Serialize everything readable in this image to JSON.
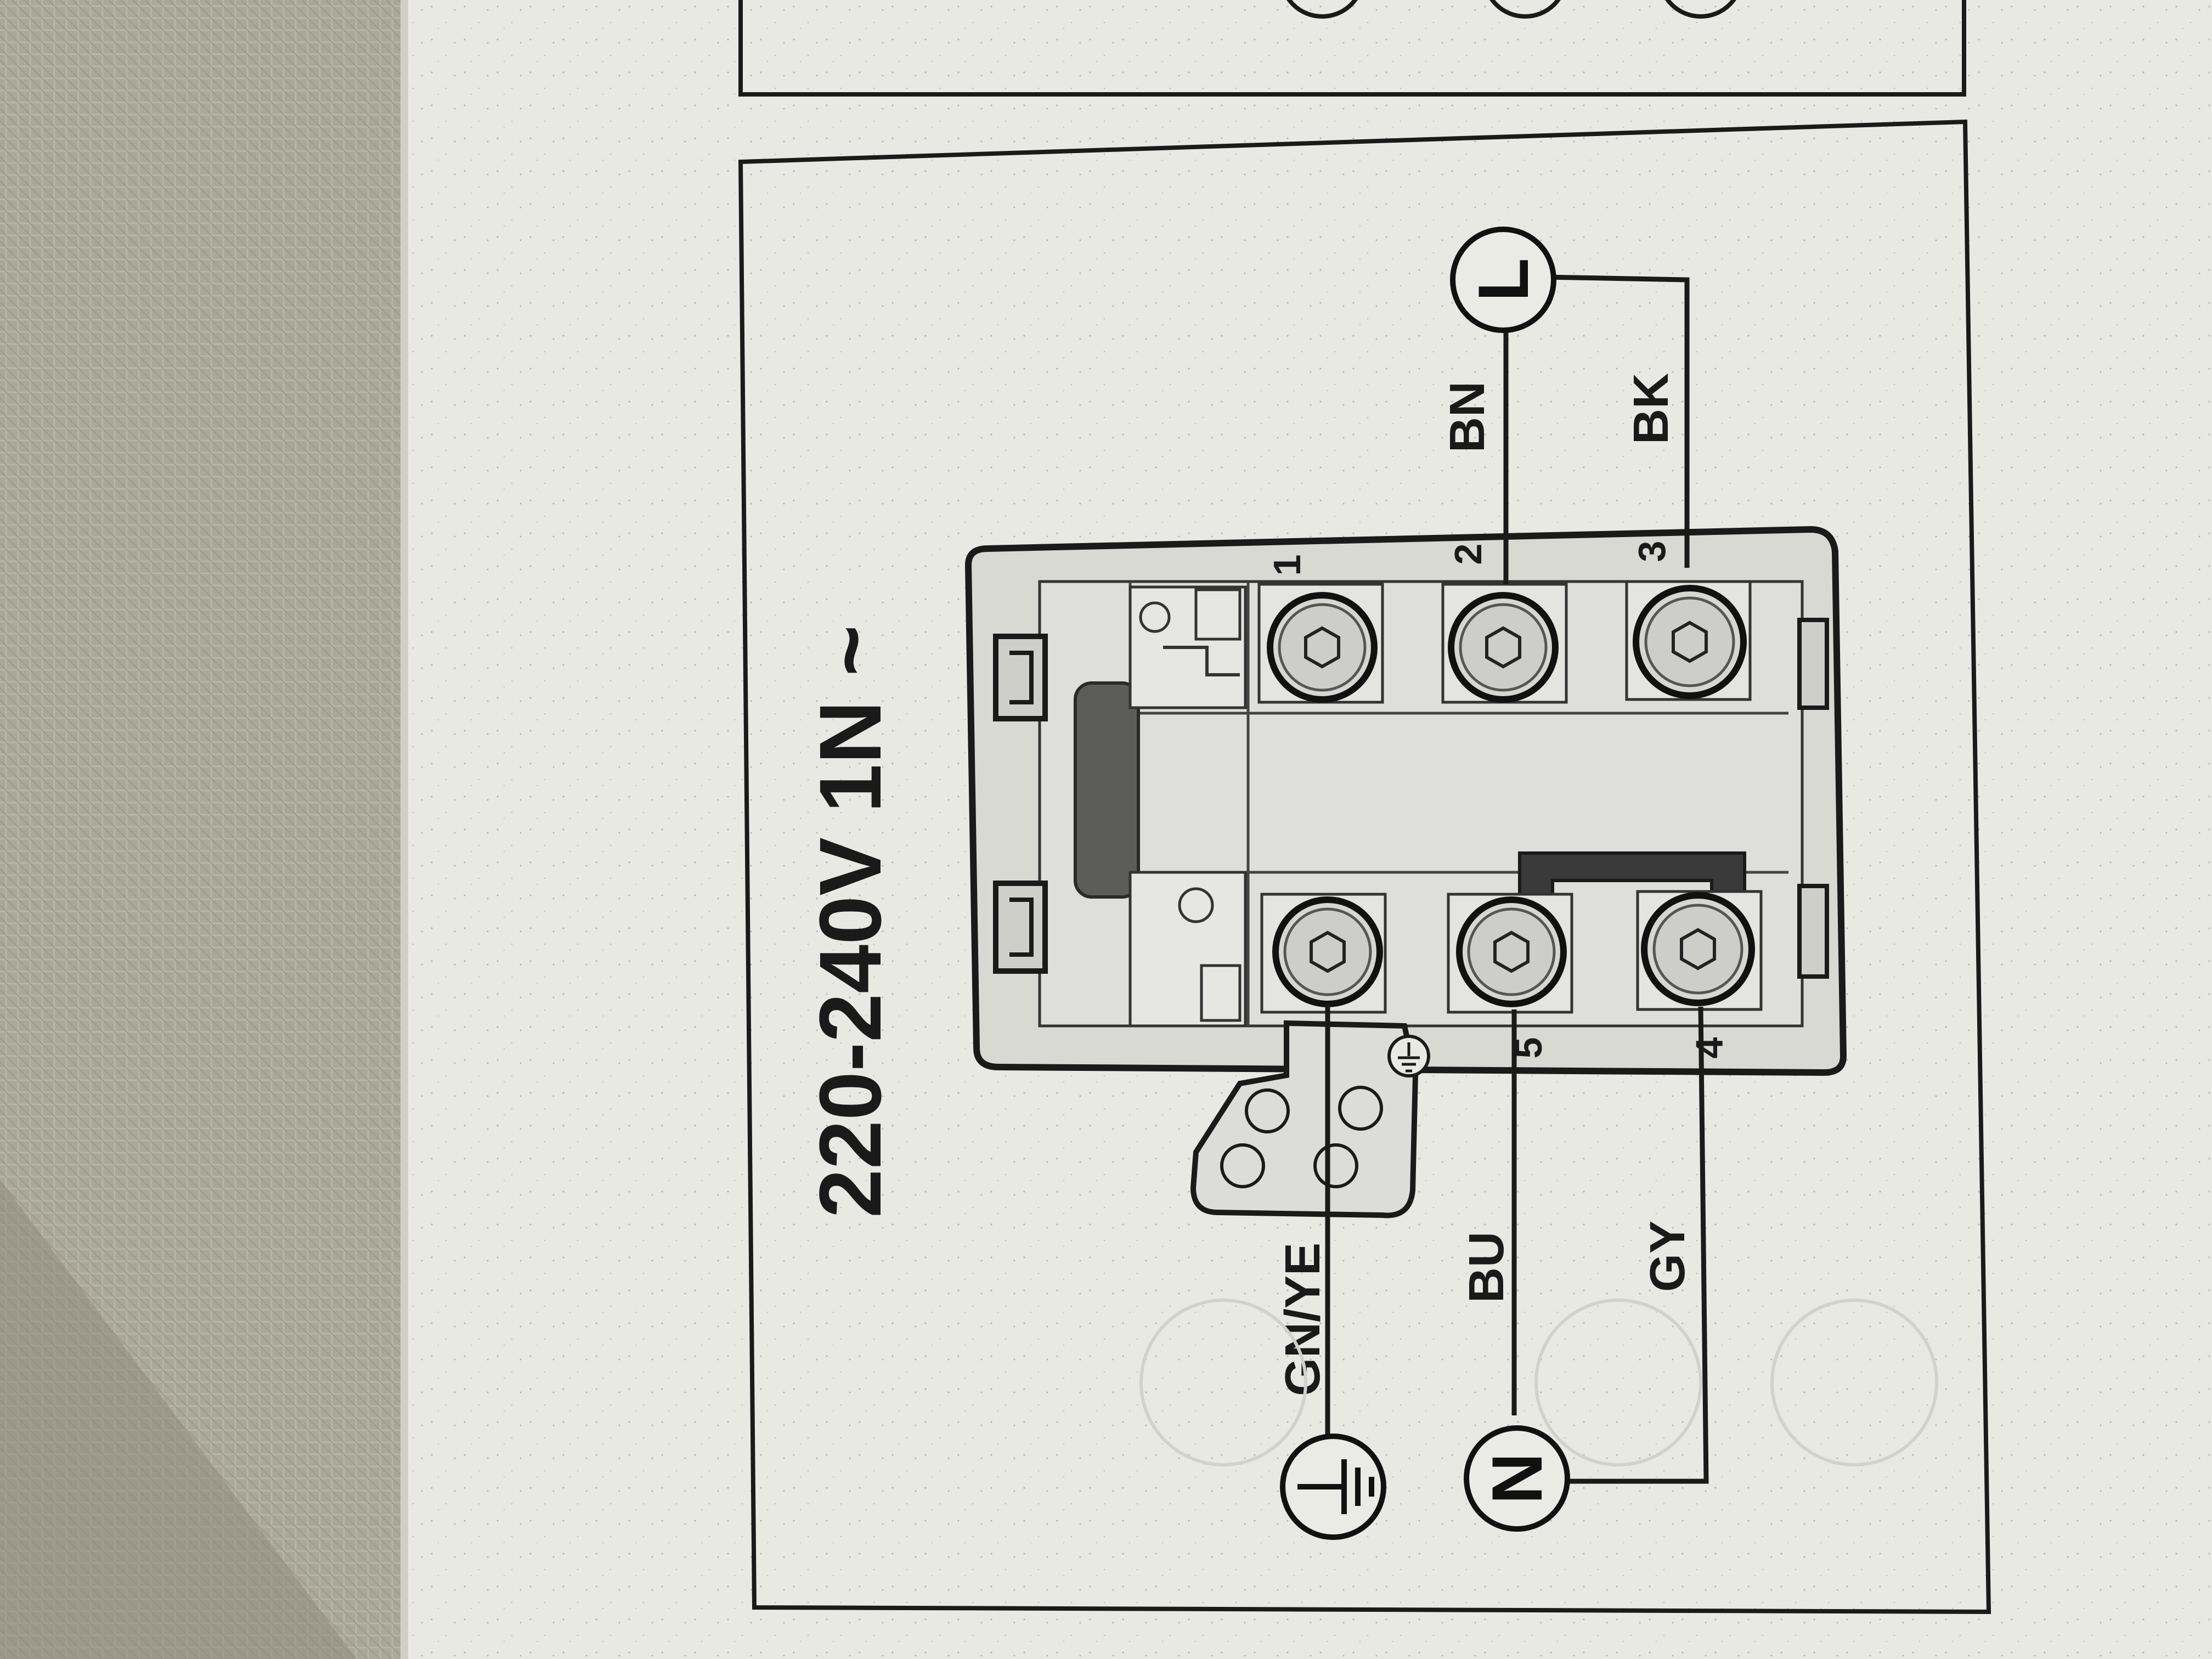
{
  "diagram": {
    "supply_label": "220-240V 1N ~",
    "terminals": [
      {
        "number": "1"
      },
      {
        "number": "2"
      },
      {
        "number": "3"
      },
      {
        "number": "4"
      },
      {
        "number": "5"
      }
    ],
    "supply_points": {
      "line": "L",
      "neutral": "N"
    },
    "wires": {
      "brown": "BN",
      "black": "BK",
      "blue": "BU",
      "grey": "GY",
      "earth": "GN/YE"
    },
    "colors": {
      "paper": "#e9e9e4",
      "ink": "#1a1a1a",
      "background": "#a9a799"
    }
  }
}
